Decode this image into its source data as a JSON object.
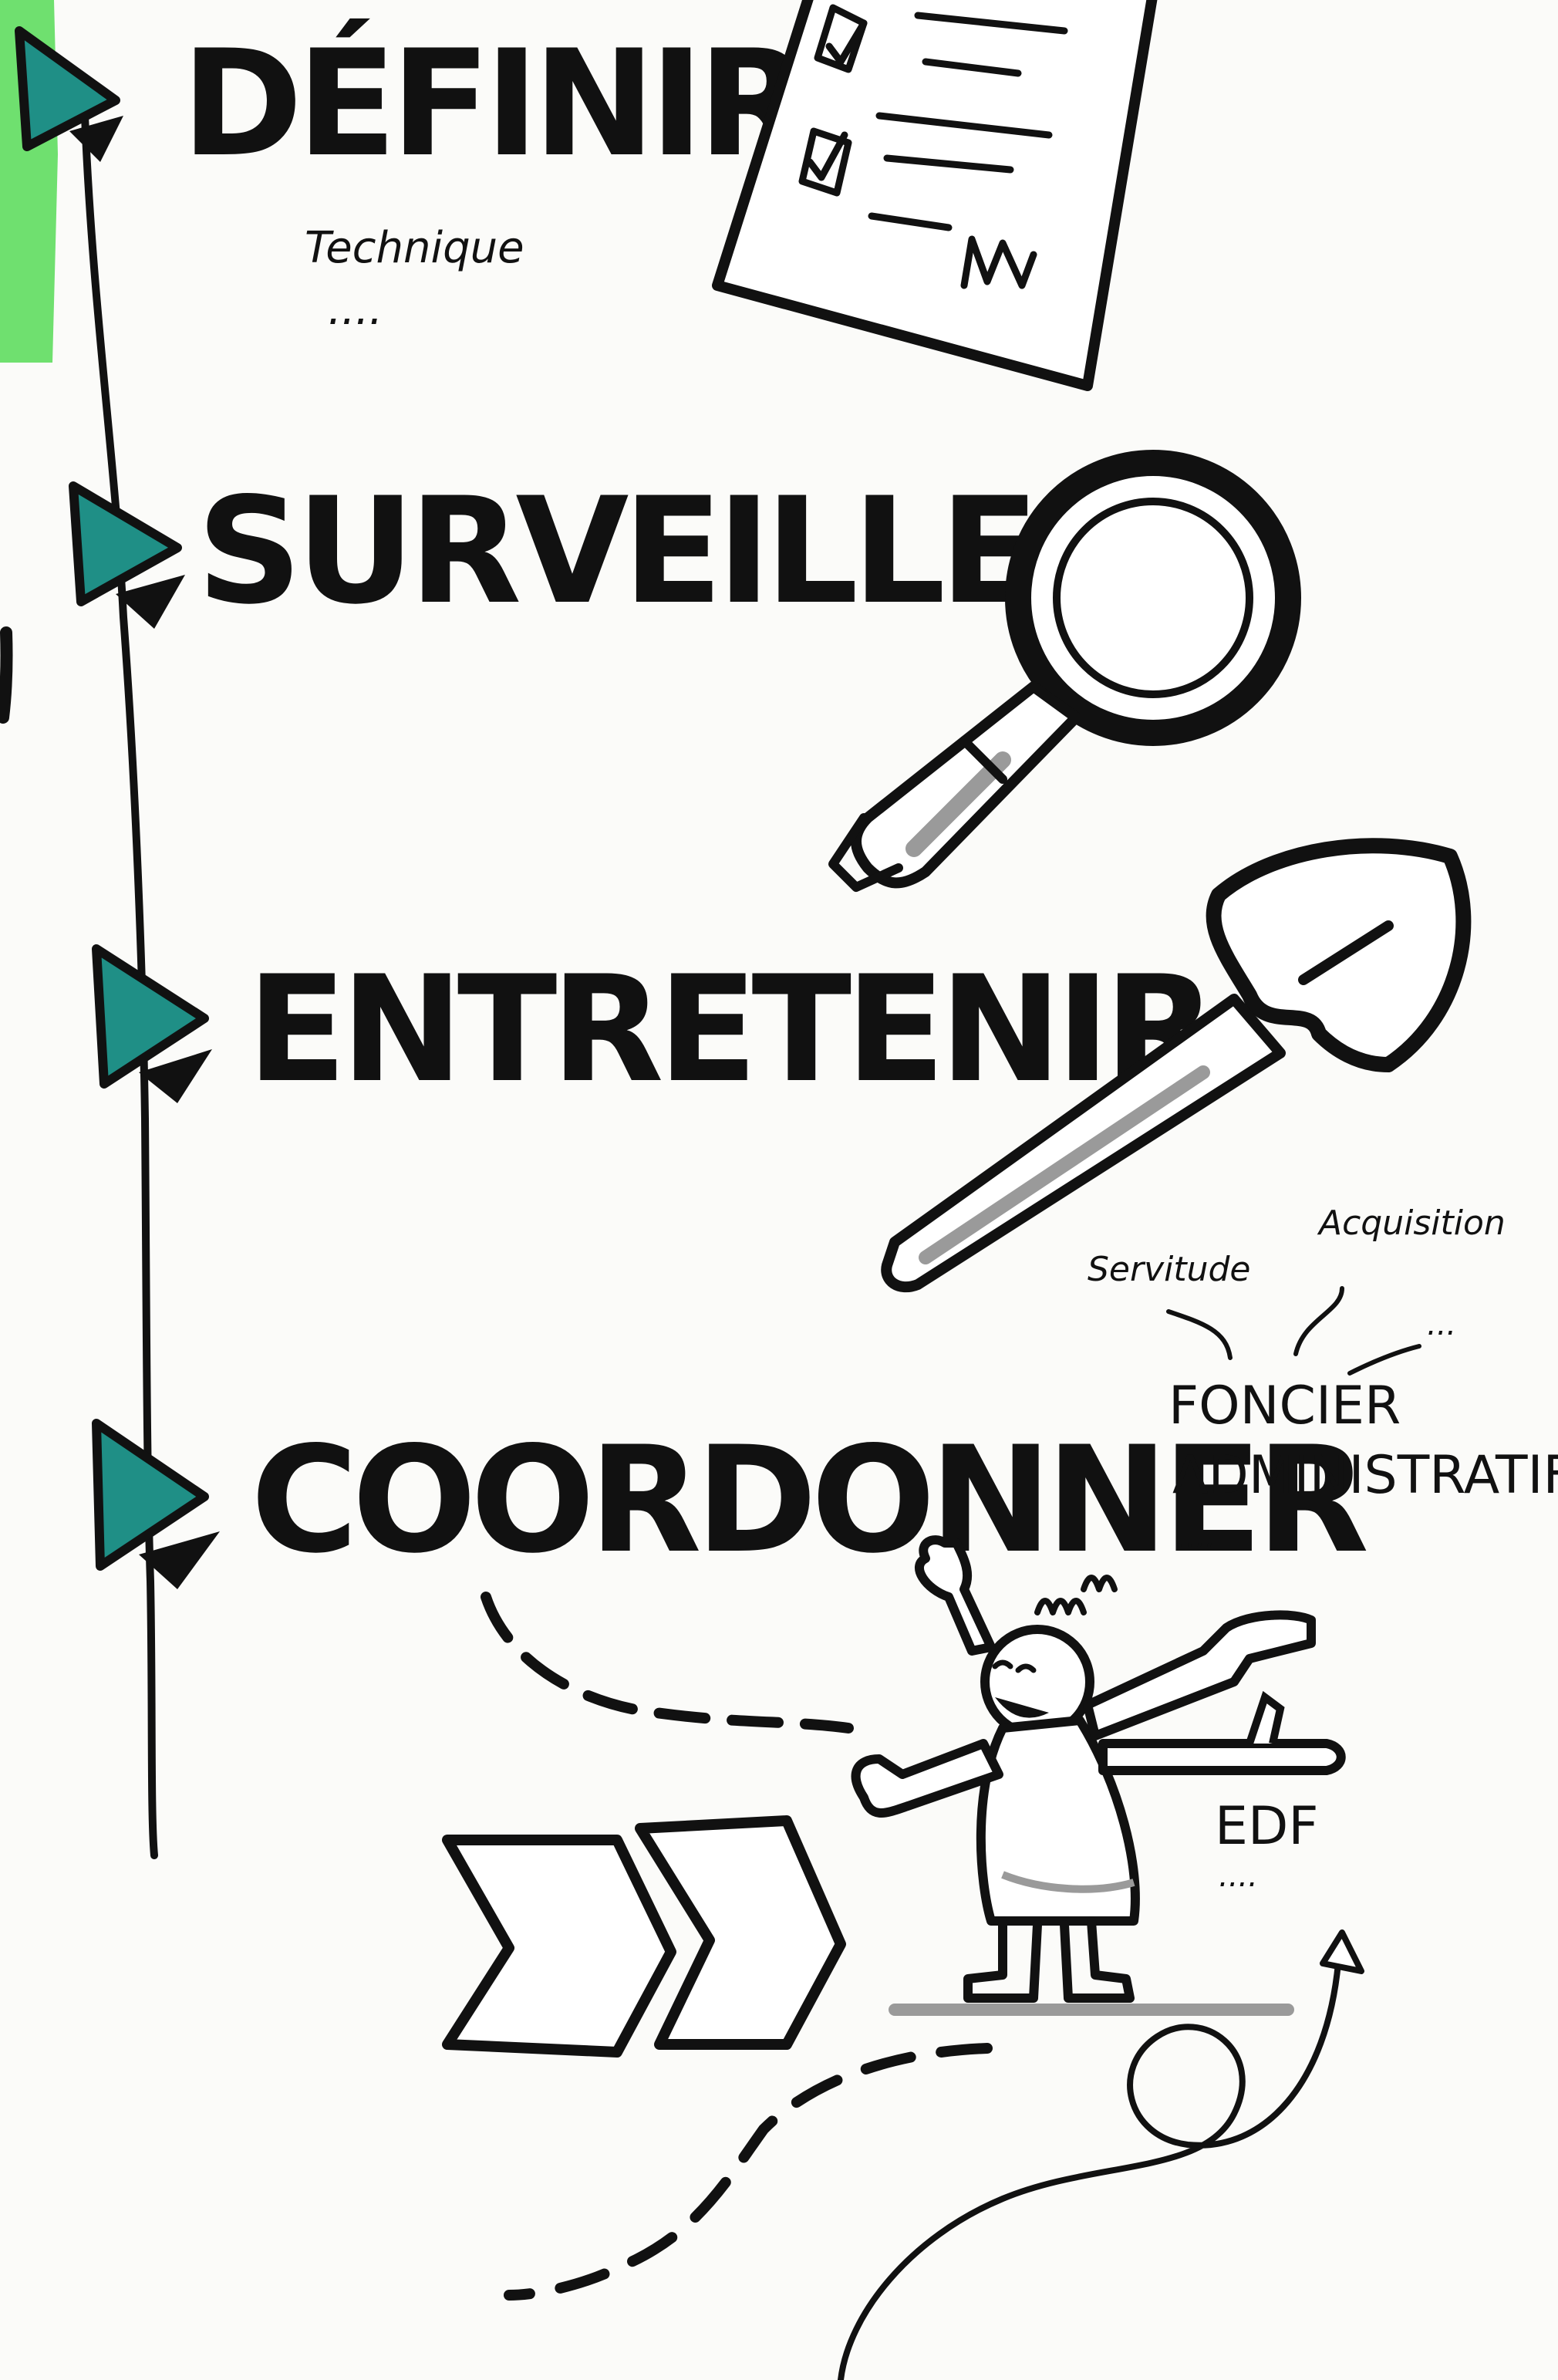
{
  "colors": {
    "ink": "#111111",
    "paper": "#fbfbf9",
    "teal": "#1f8f86",
    "green_sticky": "#6fe06f",
    "grey_shade": "#9a9a9a"
  },
  "steps": [
    {
      "title": "DÉFINIR",
      "note": "Technique",
      "note_more": "....",
      "icon": "checklist-document-icon"
    },
    {
      "title": "SURVEILLER",
      "icon": "magnifying-glass-icon"
    },
    {
      "title": "ENTRETENIR",
      "icon": "shovel-icon"
    },
    {
      "title": "COORDONNER",
      "icon": "person-juggling-icon"
    }
  ],
  "coordination": {
    "branch_left": "Servitude",
    "branch_right": "Acquisition",
    "branch_more": "...",
    "line1": "FONCIER",
    "line2": "ADMINISTRATIF",
    "more": "....",
    "edf": "EDF",
    "edf_more": "...."
  },
  "decorations": [
    "double-chevron-arrow-icon",
    "dashed-path",
    "loop-arrow-icon"
  ]
}
